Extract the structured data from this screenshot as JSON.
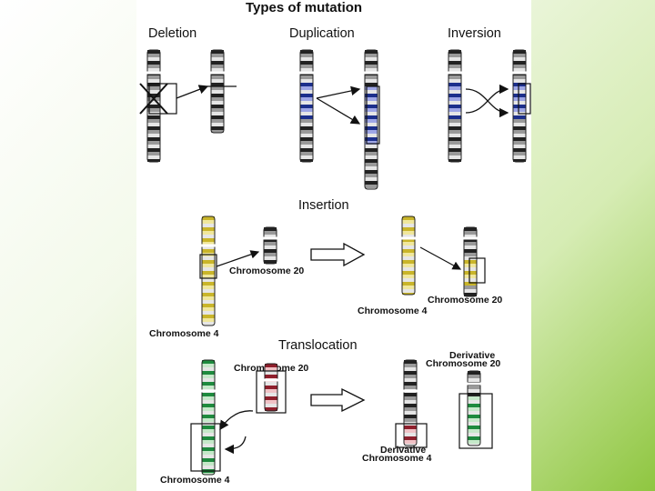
{
  "figure": {
    "title": "Types of mutation",
    "sections": {
      "deletion": "Deletion",
      "duplication": "Duplication",
      "inversion": "Inversion",
      "insertion": "Insertion",
      "translocation": "Translocation"
    },
    "labels": {
      "ins_chr20": "Chromosome 20",
      "ins_chr4": "Chromosome 4",
      "ins_res_chr20": "Chromosome 20",
      "ins_res_chr4": "Chromosome 4",
      "tr_chr20": "Chromosome 20",
      "tr_chr4": "Chromosome 4",
      "tr_der20_line1": "Derivative",
      "tr_der20_line2": "Chromosome 20",
      "tr_der4_line1": "Derivative",
      "tr_der4_line2": "Chromosome 4"
    },
    "colors": {
      "background_accent": "#8fc640",
      "black_band": "#222222",
      "grey_band": "#9a9a9a",
      "light_band": "#e6e6e6",
      "blue_band": "#1c2f8c",
      "blue_light": "#9ea6e6",
      "yellow_band": "#c9b52a",
      "yellow_light": "#f0e79c",
      "green_band": "#1e8a3e",
      "green_light": "#c5e8c9",
      "red_band": "#8f1f2c",
      "red_light": "#f0c2c6"
    }
  }
}
